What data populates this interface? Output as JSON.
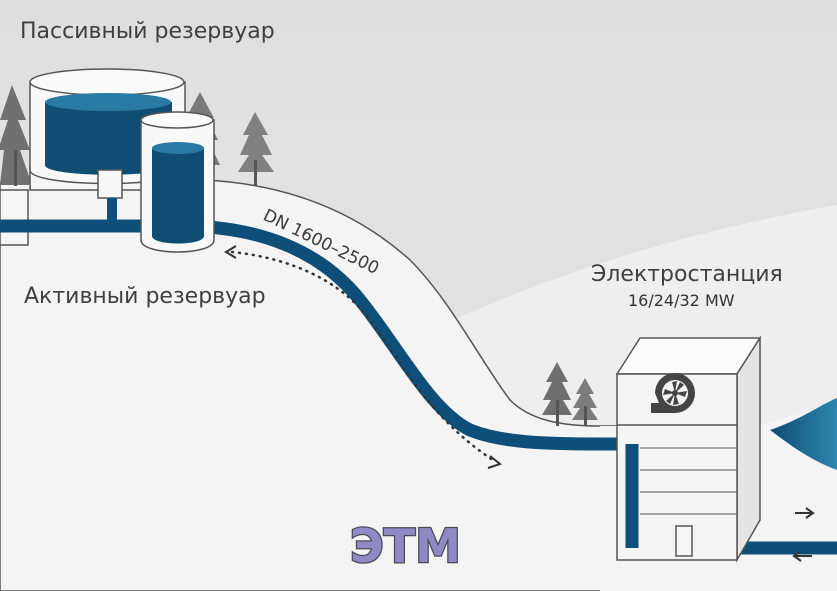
{
  "labels": {
    "passive_reservoir": "Пассивный резервуар",
    "active_reservoir": "Активный резервуар",
    "pipe_size": "DN 1600–2500",
    "power_station": "Электростанция",
    "power_rating": "16/24/32 MW"
  },
  "watermark": "ЭТМ",
  "colors": {
    "pipe": "#0d4f78",
    "water_light": "#2b7aa6",
    "water_dark": "#0f4d73",
    "ground": "#f4f4f4",
    "sky": "#e6e6e6",
    "building": "#f2f2f2",
    "tree": "#6a6a6a",
    "text": "#3f3f3f"
  },
  "icons": [
    "turbine-icon",
    "flow-arrow-icon",
    "tree-icon"
  ]
}
